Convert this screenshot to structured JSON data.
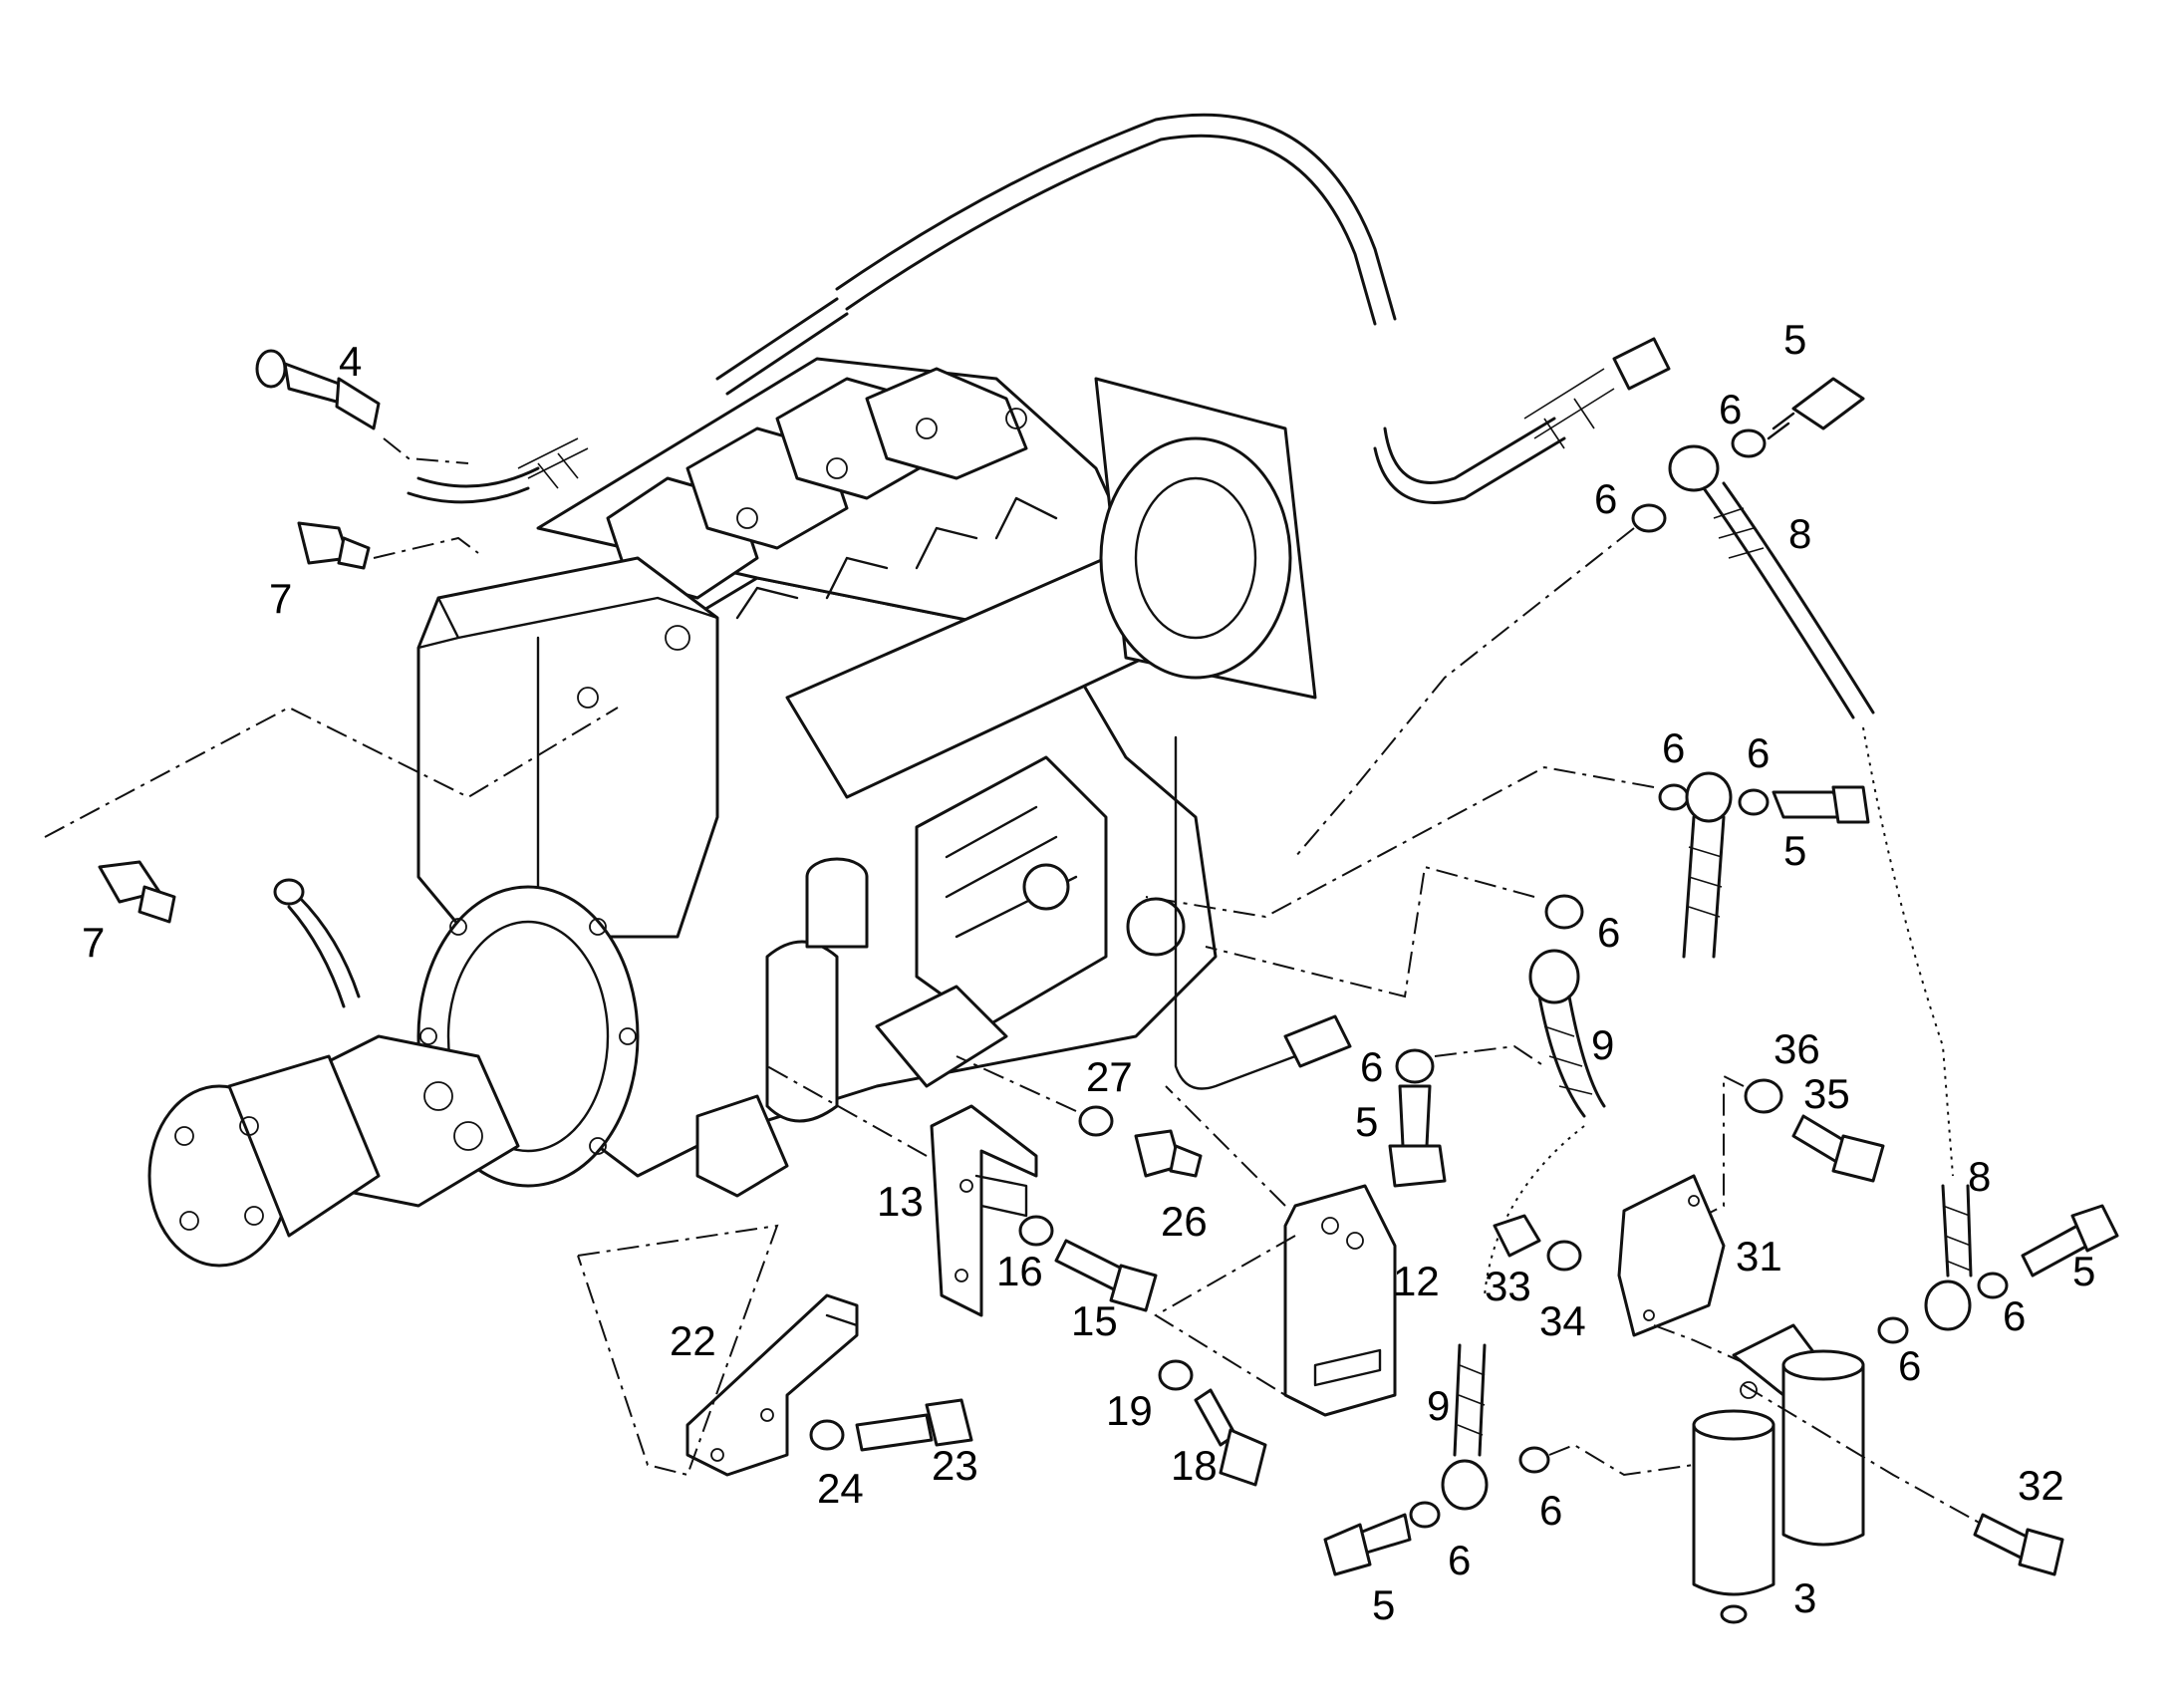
{
  "diagram": {
    "callouts": [
      {
        "id": "c-4",
        "text": "4"
      },
      {
        "id": "c-7a",
        "text": "7"
      },
      {
        "id": "c-7b",
        "text": "7"
      },
      {
        "id": "c-5a",
        "text": "5"
      },
      {
        "id": "c-6a",
        "text": "6"
      },
      {
        "id": "c-6b",
        "text": "6"
      },
      {
        "id": "c-8a",
        "text": "8"
      },
      {
        "id": "c-6c",
        "text": "6"
      },
      {
        "id": "c-6d",
        "text": "6"
      },
      {
        "id": "c-5b",
        "text": "5"
      },
      {
        "id": "c-6e",
        "text": "6"
      },
      {
        "id": "c-9a",
        "text": "9"
      },
      {
        "id": "c-6f",
        "text": "6"
      },
      {
        "id": "c-5c",
        "text": "5"
      },
      {
        "id": "c-36",
        "text": "36"
      },
      {
        "id": "c-35",
        "text": "35"
      },
      {
        "id": "c-27",
        "text": "27"
      },
      {
        "id": "c-26",
        "text": "26"
      },
      {
        "id": "c-13",
        "text": "13"
      },
      {
        "id": "c-16",
        "text": "16"
      },
      {
        "id": "c-15",
        "text": "15"
      },
      {
        "id": "c-12",
        "text": "12"
      },
      {
        "id": "c-8b",
        "text": "8"
      },
      {
        "id": "c-31",
        "text": "31"
      },
      {
        "id": "c-33",
        "text": "33"
      },
      {
        "id": "c-34",
        "text": "34"
      },
      {
        "id": "c-5d",
        "text": "5"
      },
      {
        "id": "c-6g",
        "text": "6"
      },
      {
        "id": "c-6h",
        "text": "6"
      },
      {
        "id": "c-22",
        "text": "22"
      },
      {
        "id": "c-19",
        "text": "19"
      },
      {
        "id": "c-9b",
        "text": "9"
      },
      {
        "id": "c-18",
        "text": "18"
      },
      {
        "id": "c-24",
        "text": "24"
      },
      {
        "id": "c-23",
        "text": "23"
      },
      {
        "id": "c-6i",
        "text": "6"
      },
      {
        "id": "c-32",
        "text": "32"
      },
      {
        "id": "c-6j",
        "text": "6"
      },
      {
        "id": "c-5e",
        "text": "5"
      },
      {
        "id": "c-3",
        "text": "3"
      }
    ]
  }
}
